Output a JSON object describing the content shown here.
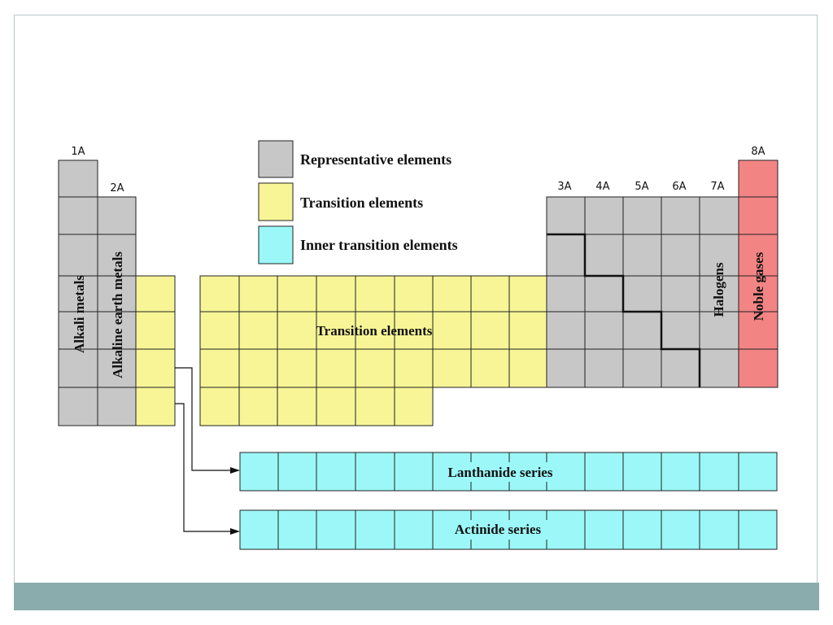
{
  "colors": {
    "representative": "#c8c7c8",
    "transition": "#f7f596",
    "inner_transition": "#9cf8f8",
    "noble": "#f38484",
    "footer": "#8aacac"
  },
  "legend": [
    {
      "label": "Representative elements",
      "color": "#c8c7c8"
    },
    {
      "label": "Transition elements",
      "color": "#f7f596"
    },
    {
      "label": "Inner transition elements",
      "color": "#9cf8f8"
    }
  ],
  "group_labels": {
    "g1A": "1A",
    "g2A": "2A",
    "g3A": "3A",
    "g4A": "4A",
    "g5A": "5A",
    "g6A": "6A",
    "g7A": "7A",
    "g8A": "8A"
  },
  "region_labels": {
    "alkali": "Alkali metals",
    "alkaline_earth": "Alkaline earth metals",
    "transition": "Transition elements",
    "halogens": "Halogens",
    "noble": "Noble gases",
    "lanthanide": "Lanthanide series",
    "actinide": "Actinide series"
  }
}
